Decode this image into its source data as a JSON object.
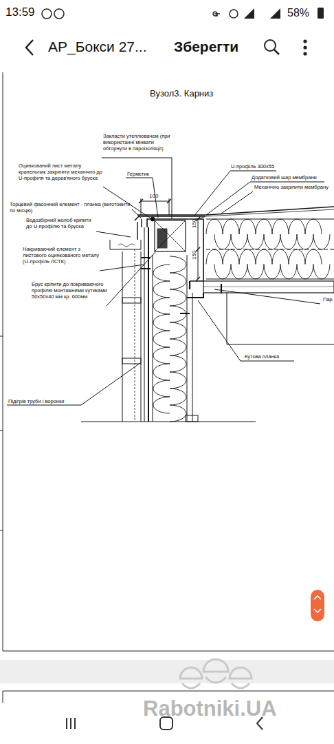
{
  "diagram": {
    "title": "Вузол3. Карниз",
    "labels": [
      "13:59",
      "58%",
      "АР_Бокси 27...",
      "Зберегти",
      "Закласти утеплювачем (при використанні мінвати обгорнути в пароізоляції)",
      "Оцинкований лист металу крапельник закріпити механічно до U-профіля та дерев'яного бруска",
      "Герметик",
      "100",
      "U-профіль 300х55",
      "Додатковий шар мембрани",
      "Механічно закріпити мембрану",
      "Торцевий фасонний елемент - планка (виготовити по місцю)",
      "Водозбірний жолоб кріпити до U-профілю та бруска",
      "Накриваючий елемент з листового оцинкованого металу (U-профіль ЛСТК)",
      "150",
      "150",
      "Брус кріпити до покриваючого профілю монтажними кутиками 50х50х40 мм кр. 600мм",
      "Пар",
      "Кутова планка",
      "Підігрів труби і воронки",
      "Rabotniki.UA"
    ]
  }
}
